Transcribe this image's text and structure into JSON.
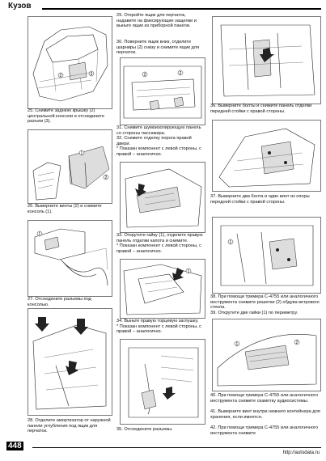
{
  "header": {
    "title": "Кузов"
  },
  "footer": {
    "page_number": "448",
    "url": "http://autodata.ru"
  },
  "captions": {
    "s25": "25. Снимите заднюю крышку (2) центральной консоли и отсоедините разъем (3).",
    "s26": "26. Выверните винты (2) и снимите консоль (1).",
    "s27": "27. Отсоедините разъемы под консолью.",
    "s28": "28. Отделите амортизатор от наружной панели углубления под ящик для перчаток.",
    "s29": "29. Откройте ящик для перчаток, надавите на фиксирующие защелки и выньте ящик из приборной панели.",
    "s30": "30. Поверните ящик вниз, отделите шарниры (2) снизу и снимите ящик для перчаток.",
    "s31": "31. Снимите шумоизолирующую панель со стороны пассажира.",
    "s32": "32. Снимите отделку порога правой двери.",
    "s32_note": "* Показан компонент с левой стороны, с правой – аналогично.",
    "s33": "33. Открутите гайку (1), отделите правую панель отделки капота и снимите.",
    "s33_note": "* Показан компонент с левой стороны, с правой – аналогично.",
    "s34": "34. Выньте правую торцевую заглушку.",
    "s34_note": "* Показан компонент с левой стороны, с правой – аналогично.",
    "s35": "35. Отсоедините разъемы.",
    "s36": "36. Выверните болты и снимите панель отделки передней стойки с правой стороны.",
    "s37": "37. Выверните два болта и один винт из опоры передней стойки с правой стороны.",
    "s38": "38. При помощи тримера C-4755 или аналогичного инструмента снимите решетки (2) обдува ветрового стекла.",
    "s39": "39. Открутите две гайки (1) по периметру.",
    "s40": "40. При помощи тримера C-4755 или аналогичного инструмента снимите скамотку аудиосистемы.",
    "s41": "41. Выверните винт внутри нижнего контейнера для хранения, если имеется.",
    "s42": "42. При помощи тримера C-4755 или аналогичного инструмента снимите"
  },
  "callouts": {
    "f25": [
      "2",
      "3"
    ],
    "f26": [
      "1",
      "2"
    ],
    "f27": [
      "1"
    ],
    "f30": [
      "2",
      "2"
    ],
    "f33": [
      "1"
    ],
    "f37": [
      "1"
    ],
    "f38": [
      "1",
      "2"
    ]
  }
}
